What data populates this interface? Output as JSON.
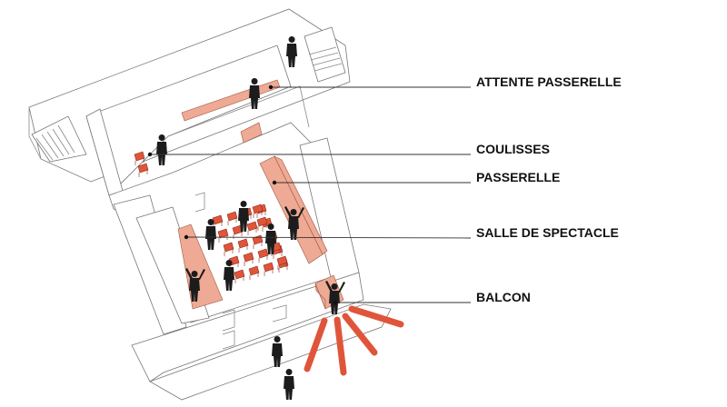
{
  "labels": {
    "attente_passerelle": "ATTENTE PASSERELLE",
    "coulisses": "COULISSES",
    "passerelle": "PASSERELLE",
    "salle_de_spectacle": "SALLE DE SPECTACLE",
    "balcon": "BALCON"
  },
  "colors": {
    "accent": "#e0553a",
    "salmon": "#eeaa94",
    "figure": "#1c1c1c"
  }
}
